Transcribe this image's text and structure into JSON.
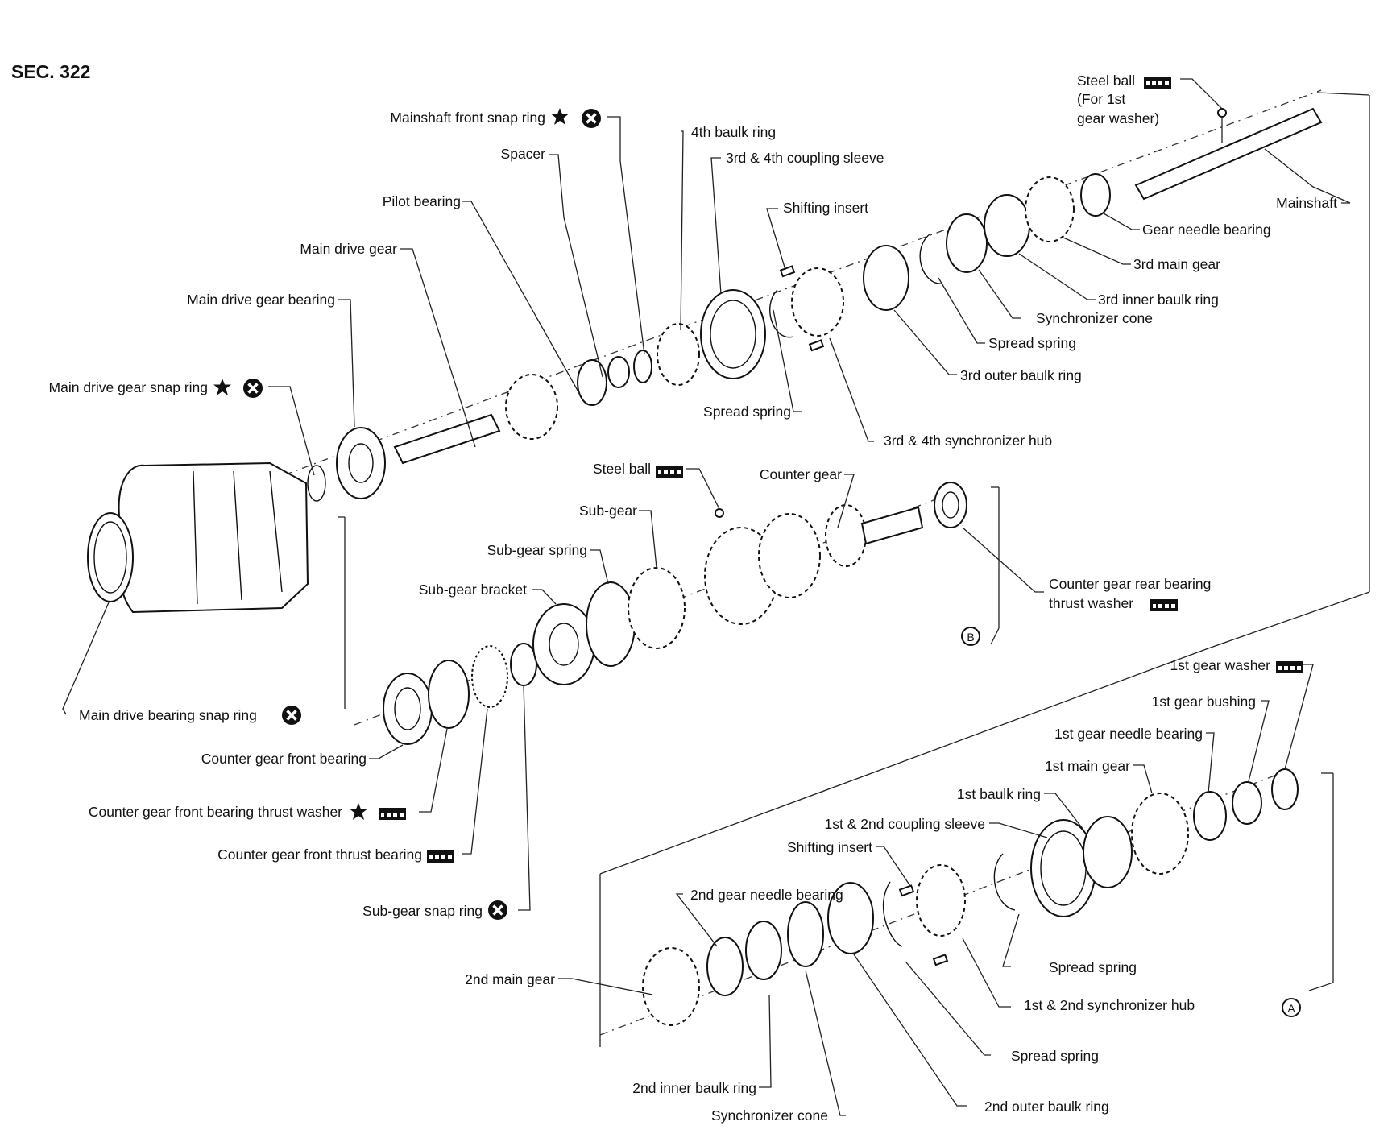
{
  "section": "SEC. 322",
  "labels": {
    "steel_ball_top": "Steel ball",
    "for_1st": "(For 1st",
    "gear_washer": "gear washer)",
    "mainshaft": "Mainshaft",
    "gear_needle_bearing": "Gear needle bearing",
    "third_main_gear": "3rd main gear",
    "third_inner_baulk_ring": "3rd inner baulk ring",
    "synchronizer_cone_top": "Synchronizer cone",
    "spread_spring_top_right": "Spread spring",
    "third_outer_baulk_ring": "3rd outer baulk ring",
    "third_fourth_synchronizer_hub": "3rd & 4th synchronizer hub",
    "spread_spring_top_mid": "Spread spring",
    "shifting_insert_top": "Shifting insert",
    "third_fourth_coupling_sleeve": "3rd & 4th coupling sleeve",
    "fourth_baulk_ring": "4th baulk ring",
    "mainshaft_front_snap_ring": "Mainshaft front snap ring",
    "spacer": "Spacer",
    "pilot_bearing": "Pilot bearing",
    "main_drive_gear": "Main drive gear",
    "main_drive_gear_bearing": "Main drive gear bearing",
    "main_drive_gear_snap_ring": "Main drive gear snap ring",
    "steel_ball_mid": "Steel ball",
    "counter_gear": "Counter gear",
    "sub_gear": "Sub-gear",
    "sub_gear_spring": "Sub-gear spring",
    "sub_gear_bracket": "Sub-gear bracket",
    "counter_gear_rear_bearing": "Counter gear rear bearing",
    "thrust_washer": "thrust washer",
    "marker_b": "B",
    "main_drive_bearing_snap_ring": "Main drive bearing snap ring",
    "counter_gear_front_bearing": "Counter gear front bearing",
    "counter_gear_front_bearing_thrust_washer": "Counter gear front bearing thrust washer",
    "counter_gear_front_thrust_bearing": "Counter gear front thrust bearing",
    "sub_gear_snap_ring": "Sub-gear snap ring",
    "first_gear_washer": "1st gear washer",
    "first_gear_bushing": "1st gear bushing",
    "first_gear_needle_bearing": "1st gear needle bearing",
    "first_main_gear": "1st main gear",
    "first_baulk_ring": "1st baulk ring",
    "first_second_coupling_sleeve": "1st & 2nd coupling sleeve",
    "shifting_insert_bottom": "Shifting insert",
    "second_gear_needle_bearing": "2nd gear needle bearing",
    "second_main_gear": "2nd main gear",
    "spread_spring_bottom_right": "Spread spring",
    "first_second_synchronizer_hub": "1st & 2nd synchronizer hub",
    "spread_spring_bottom": "Spread spring",
    "second_inner_baulk_ring": "2nd inner baulk ring",
    "second_outer_baulk_ring": "2nd outer baulk ring",
    "synchronizer_cone_bottom": "Synchronizer cone",
    "marker_a": "A"
  },
  "icons": [
    "star-icon",
    "do-not-reuse-icon",
    "grease-icon",
    "circle-marker-icon"
  ]
}
